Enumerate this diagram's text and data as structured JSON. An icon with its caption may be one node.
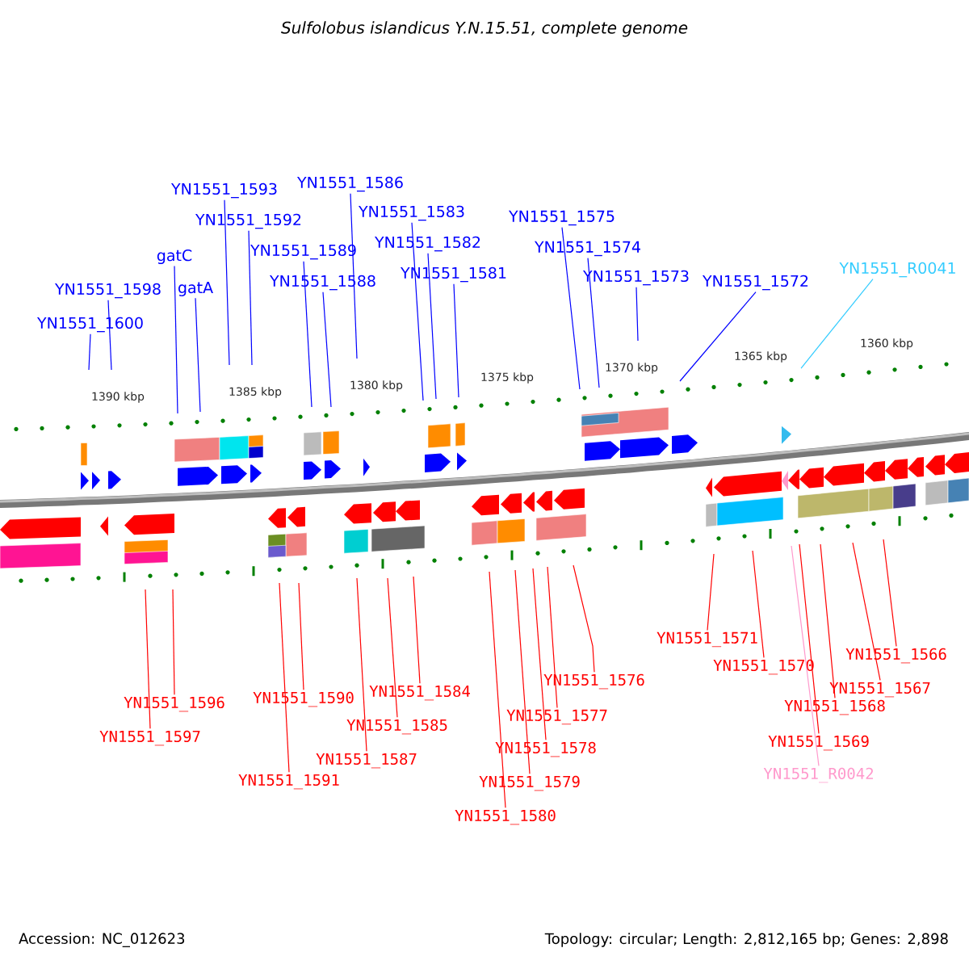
{
  "diagram": {
    "title": "Sulfolobus islandicus Y.N.15.51, complete genome",
    "nodes": [
      {
        "text": [
          "YN1551_1586"
        ]
      },
      {
        "text": [
          "YN1551_1593"
        ]
      },
      {
        "text": [
          "YN1551_1583"
        ]
      },
      {
        "text": [
          "YN1551_1575"
        ]
      },
      {
        "text": [
          "YN1551_1592"
        ]
      },
      {
        "text": [
          "YN1551_1582"
        ]
      },
      {
        "text": [
          "YN1551_1574"
        ]
      },
      {
        "text": [
          "gatC"
        ]
      },
      {
        "text": [
          "YN1551_1589"
        ]
      },
      {
        "text": [
          "YN1551_R0041"
        ]
      },
      {
        "text": [
          "YN1551_1581"
        ]
      },
      {
        "text": [
          "YN1551_1573"
        ]
      },
      {
        "text": [
          "YN1551_1572"
        ]
      },
      {
        "text": [
          "gatA"
        ]
      },
      {
        "text": [
          "YN1551_1598"
        ]
      },
      {
        "text": [
          "YN1551_1588"
        ]
      },
      {
        "text": [
          "YN1551_1600"
        ]
      },
      {
        "text": [
          "YN1551_1571"
        ]
      },
      {
        "text": [
          "YN1551_1566"
        ]
      },
      {
        "text": [
          "YN1551_1570"
        ]
      },
      {
        "text": [
          "YN1551_1576"
        ]
      },
      {
        "text": [
          "YN1551_1567"
        ]
      },
      {
        "text": [
          "YN1551_1584"
        ]
      },
      {
        "text": [
          "YN1551_1590"
        ]
      },
      {
        "text": [
          "YN1551_1596"
        ]
      },
      {
        "text": [
          "YN1551_1577"
        ]
      },
      {
        "text": [
          "YN1551_1568"
        ]
      },
      {
        "text": [
          "YN1551_1585"
        ]
      },
      {
        "text": [
          "YN1551_1597"
        ]
      },
      {
        "text": [
          "YN1551_1578"
        ]
      },
      {
        "text": [
          "YN1551_1569"
        ]
      },
      {
        "text": [
          "YN1551_1587"
        ]
      },
      {
        "text": [
          "YN1551_1579"
        ]
      },
      {
        "text": [
          "YN1551_R0042"
        ]
      },
      {
        "text": [
          "YN1551_1591"
        ]
      },
      {
        "text": [
          "YN1551_1580"
        ]
      }
    ],
    "edges": [
      {
        "from": 0,
        "to": null,
        "arrow": "none",
        "color": "#0000ff"
      },
      {
        "from": 1,
        "to": null,
        "arrow": "none",
        "color": "#0000ff"
      },
      {
        "from": 2,
        "to": null,
        "arrow": "none",
        "color": "#0000ff"
      },
      {
        "from": 3,
        "to": null,
        "arrow": "none",
        "color": "#0000ff"
      },
      {
        "from": 4,
        "to": null,
        "arrow": "none",
        "color": "#0000ff"
      },
      {
        "from": 5,
        "to": null,
        "arrow": "none",
        "color": "#0000ff"
      },
      {
        "from": 6,
        "to": null,
        "arrow": "none",
        "color": "#0000ff"
      },
      {
        "from": 7,
        "to": null,
        "arrow": "none",
        "color": "#0000ff"
      },
      {
        "from": 8,
        "to": null,
        "arrow": "none",
        "color": "#0000ff"
      },
      {
        "from": 9,
        "to": null,
        "arrow": "none",
        "color": "#33ccff"
      },
      {
        "from": 10,
        "to": null,
        "arrow": "none",
        "color": "#0000ff"
      },
      {
        "from": 11,
        "to": null,
        "arrow": "none",
        "color": "#0000ff"
      },
      {
        "from": 12,
        "to": null,
        "arrow": "none",
        "color": "#0000ff"
      },
      {
        "from": 13,
        "to": null,
        "arrow": "none",
        "color": "#0000ff"
      },
      {
        "from": 14,
        "to": null,
        "arrow": "none",
        "color": "#0000ff"
      },
      {
        "from": 15,
        "to": null,
        "arrow": "none",
        "color": "#0000ff"
      },
      {
        "from": 16,
        "to": null,
        "arrow": "none",
        "color": "#0000ff"
      },
      {
        "from": 17,
        "to": null,
        "arrow": "none"
      },
      {
        "from": 18,
        "to": null,
        "arrow": "none"
      },
      {
        "from": 19,
        "to": null,
        "arrow": "none"
      },
      {
        "from": 20,
        "to": null,
        "arrow": "none"
      },
      {
        "from": 21,
        "to": null,
        "arrow": "none"
      },
      {
        "from": 22,
        "to": null,
        "arrow": "none"
      },
      {
        "from": 23,
        "to": null,
        "arrow": "none"
      },
      {
        "from": 24,
        "to": null,
        "arrow": "none"
      },
      {
        "from": 25,
        "to": null,
        "arrow": "none"
      },
      {
        "from": 26,
        "to": null,
        "arrow": "none"
      },
      {
        "from": 27,
        "to": null,
        "arrow": "none"
      },
      {
        "from": 28,
        "to": null,
        "arrow": "none"
      },
      {
        "from": 29,
        "to": null,
        "arrow": "none"
      },
      {
        "from": 30,
        "to": null,
        "arrow": "none"
      },
      {
        "from": 31,
        "to": null,
        "arrow": "none"
      },
      {
        "from": 32,
        "to": null,
        "arrow": "none"
      },
      {
        "from": 33,
        "to": null,
        "arrow": "none",
        "color": "#ff99cc"
      },
      {
        "from": 34,
        "to": null,
        "arrow": "none"
      },
      {
        "from": 35,
        "to": null,
        "arrow": "none"
      }
    ],
    "labels": [
      "1390 kbp",
      "1385 kbp",
      "1380 kbp",
      "1375 kbp",
      "1370 kbp",
      "1365 kbp",
      "1360 kbp",
      "Accession: NC_012623",
      "Topology: circular; Length: 2,812,165 bp; Genes: 2,898"
    ]
  }
}
